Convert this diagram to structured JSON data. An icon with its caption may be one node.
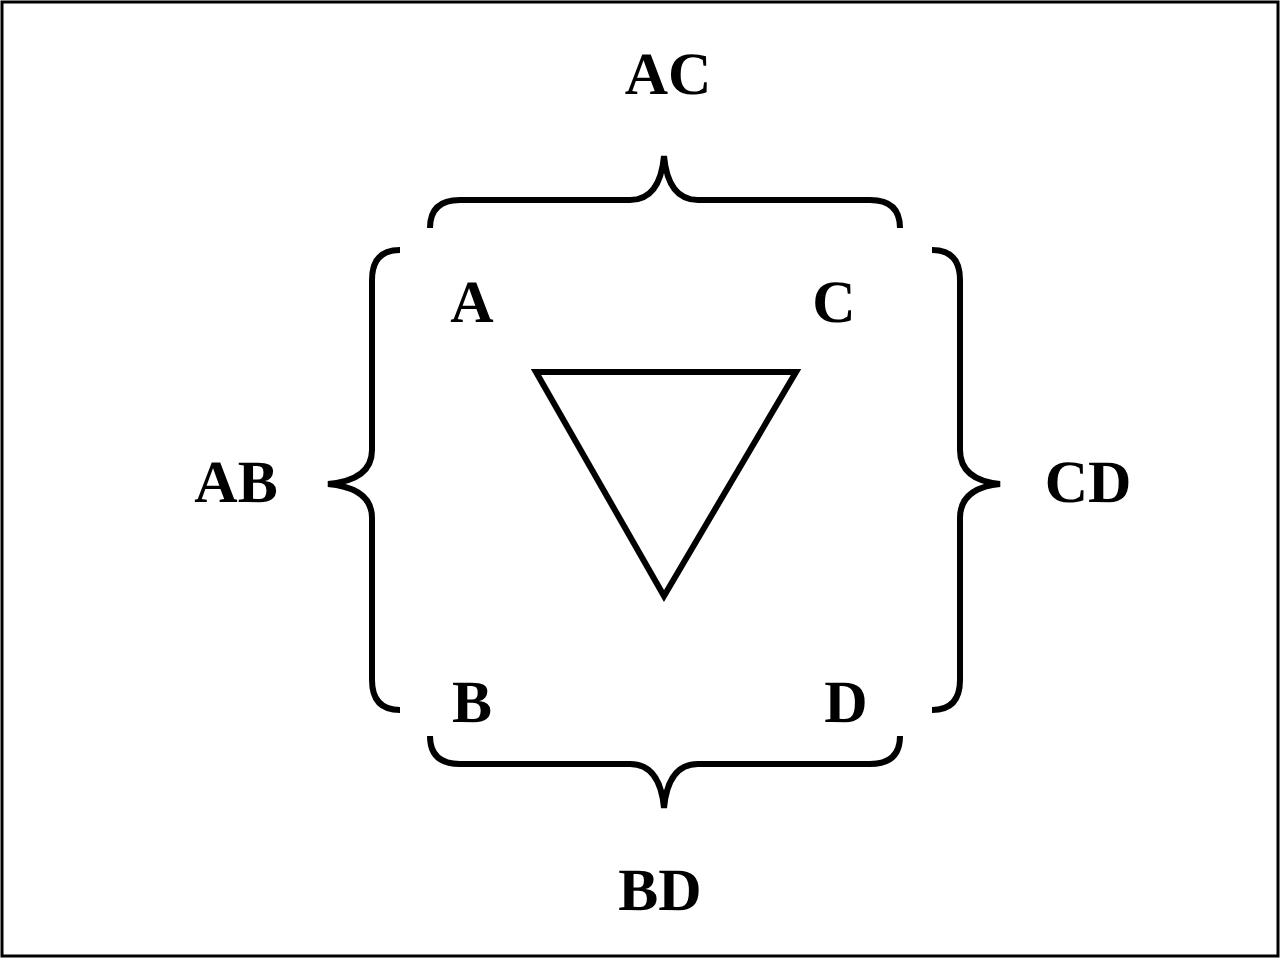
{
  "diagram": {
    "nodes": [
      {
        "text": [],
        "shape": "triangle"
      }
    ],
    "labels": [
      "AC",
      "A",
      "C",
      "AB",
      "CD",
      "B",
      "D",
      "BD"
    ]
  }
}
